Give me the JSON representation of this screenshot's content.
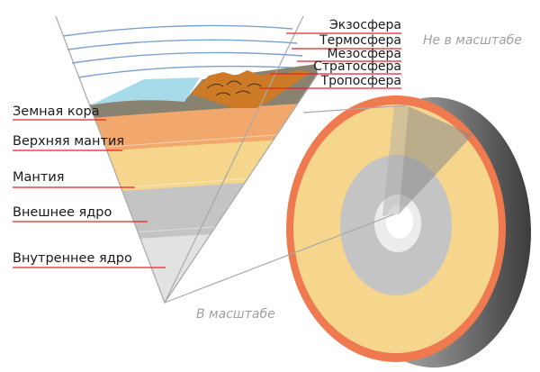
{
  "diagram": {
    "atmosphere_labels": [
      "Экзосфера",
      "Термосфера",
      "Мезосфера",
      "Стратосфера",
      "Тропосфера"
    ],
    "layer_labels": [
      "Земная кора",
      "Верхняя мантия",
      "Мантия",
      "Внешнее ядро",
      "Внутреннее ядро"
    ],
    "not_to_scale": "Не в масштабе",
    "to_scale": "В масштабе"
  },
  "colors": {
    "leader_line": "#e8202a",
    "crust": "#8a8270",
    "upper_mantle": "#f2a86c",
    "mantle": "#f6d58c",
    "outer_core": "#c4c4c4",
    "inner_core": "#e2e2e2",
    "ocean": "#a8dbea",
    "mountains": "#cd7a26",
    "atmosphere_lines": "#7ea0cc",
    "sphere_crust": "#f07a50",
    "sphere_mantle": "#f6d58c"
  }
}
